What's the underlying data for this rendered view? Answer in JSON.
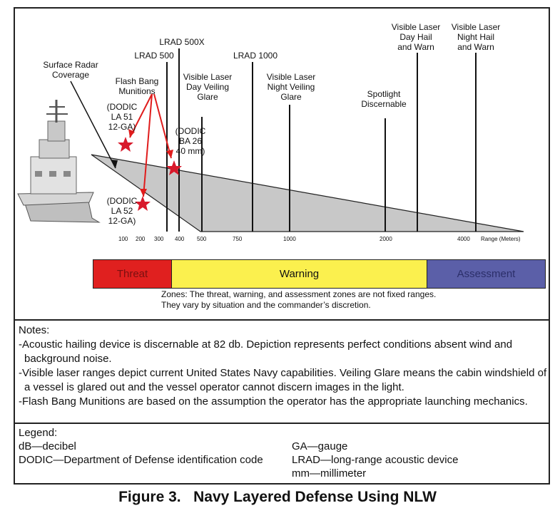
{
  "diagram": {
    "range_markers": [
      {
        "label": "LRAD 500",
        "distance_m": 300
      },
      {
        "label": "LRAD 500X",
        "distance_m": 400
      },
      {
        "label": "Visible Laser\nDay Veiling\nGlare",
        "distance_m": 500
      },
      {
        "label": "LRAD 1000",
        "distance_m": 800
      },
      {
        "label": "Visible Laser\nNight Veiling\nGlare",
        "distance_m": 1000
      },
      {
        "label": "Spotlight\nDiscernable",
        "distance_m": 2000
      },
      {
        "label": "Visible Laser\nDay Hail\nand Warn",
        "distance_m": 2500
      },
      {
        "label": "Visible Laser\nNight Hail\nand Warn",
        "distance_m": 4000
      }
    ],
    "surface_radar_label": "Surface Radar\nCoverage",
    "flash_bang_label": "Flash Bang\nMunitions",
    "munitions": [
      {
        "label": "(DODIC\nLA 51\n12-GA)"
      },
      {
        "label": "(DODIC\nBA 26\n40 mm)"
      },
      {
        "label": "(DODIC\nLA 52\n12-GA)"
      }
    ],
    "axis_ticks": [
      "100",
      "200",
      "300",
      "400",
      "500",
      "750",
      "1000",
      "2000",
      "4000"
    ],
    "axis_unit": "Range (Meters)",
    "colors": {
      "threat": "#e0201f",
      "warning": "#fbf04e",
      "assessment": "#5b5fa8",
      "cone": "#c8c8c8",
      "star": "#d8192b"
    }
  },
  "zones": {
    "threat": "Threat",
    "warning": "Warning",
    "assessment": "Assessment",
    "note_line1": "Zones: The threat, warning, and assessment zones are not fixed ranges.",
    "note_line2": "They vary by situation and the commander’s discretion."
  },
  "notes": {
    "title": "Notes:",
    "items": [
      "-Acoustic hailing device is discernable at 82 db. Depiction represents perfect conditions absent wind and background noise.",
      "-Visible laser ranges depict current United States Navy capabilities. Veiling Glare means the cabin windshield of a vessel is glared out and the vessel operator cannot discern images in the light.",
      "-Flash Bang Munitions are based on the assumption the operator has the appropriate launching mechanics."
    ]
  },
  "legend": {
    "title": "Legend:",
    "db": "dB—decibel",
    "dodic": "DODIC—Department of Defense identification code",
    "ga": "GA—gauge",
    "lrad": "LRAD—long-range acoustic device",
    "mm": "mm—millimeter"
  },
  "caption": "Figure 3.   Navy Layered Defense Using NLW"
}
